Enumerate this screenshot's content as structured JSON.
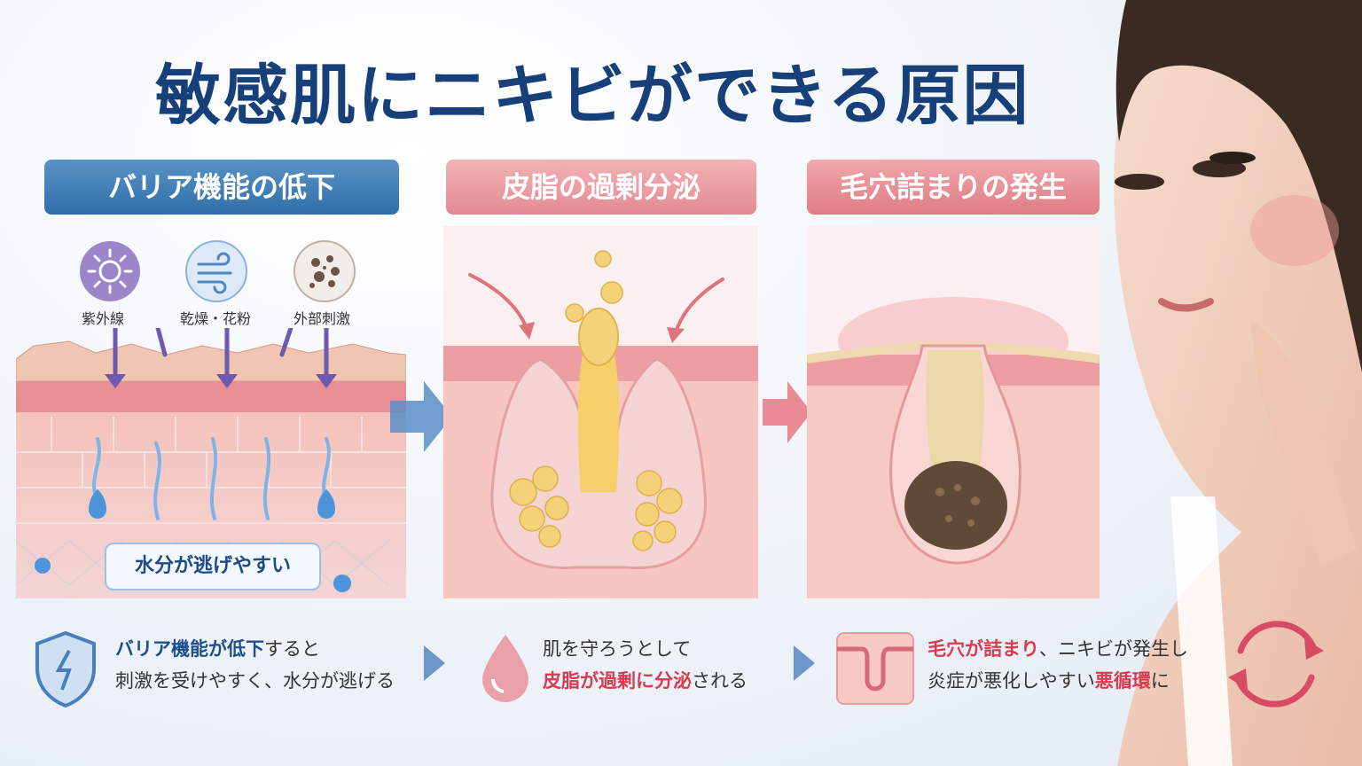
{
  "title": "敏感肌にニキビができる原因",
  "steps": [
    {
      "heading": "バリア機能の低下"
    },
    {
      "heading": "皮脂の過剰分泌"
    },
    {
      "heading": "毛穴詰まりの発生"
    }
  ],
  "stressors": [
    {
      "label": "紫外線",
      "icon": "sun-icon"
    },
    {
      "label": "乾燥・花粉",
      "icon": "wind-icon"
    },
    {
      "label": "外部刺激",
      "icon": "particles-icon"
    }
  ],
  "moisture_badge": "水分が逃げやすい",
  "captions": {
    "c1_a": "バリア機能が低下",
    "c1_b": "すると",
    "c1_line2": "刺激を受けやすく、水分が逃げる",
    "c2_line1": "肌を守ろうとして",
    "c2_a": "皮脂が過剰に分泌",
    "c2_b": "される",
    "c3_a": "毛穴が詰まり",
    "c3_b": "、ニキビが発生し",
    "c3_c": "炎症が悪化しやすい",
    "c3_d": "悪循環",
    "c3_e": "に"
  },
  "colors": {
    "title": "#17407a",
    "blue": "#2f6ea8",
    "red": "#d93a4f",
    "pink": "#e38a92"
  }
}
